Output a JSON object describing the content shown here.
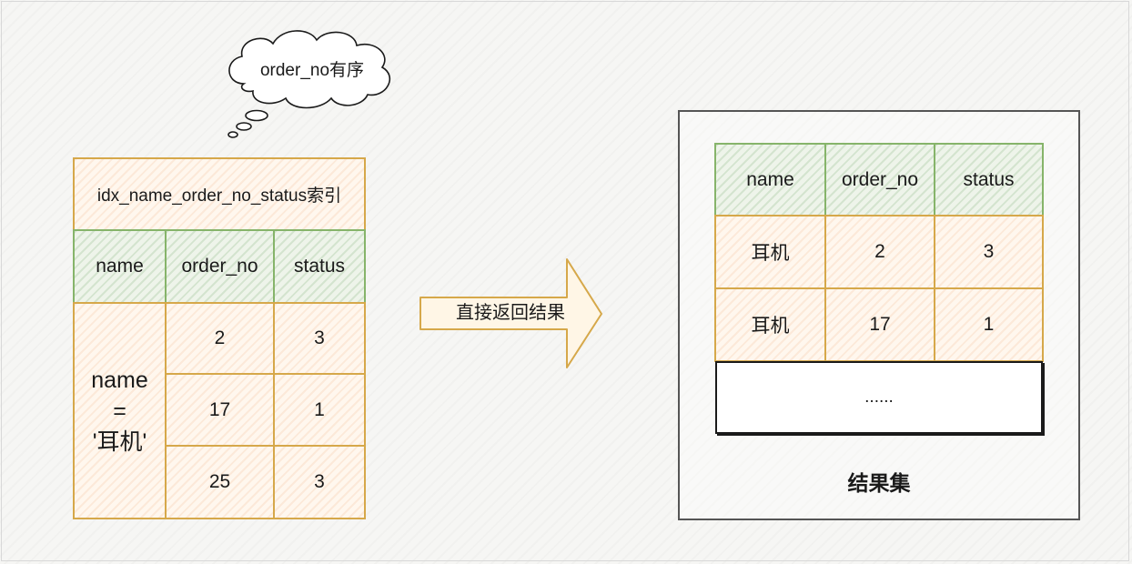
{
  "cloud": {
    "text": "order_no有序"
  },
  "index_table": {
    "title": "idx_name_order_no_status索引",
    "headers": [
      "name",
      "order_no",
      "status"
    ],
    "name_condition": {
      "line1": "name",
      "line2": "=",
      "line3": "'耳机'"
    },
    "rows": [
      {
        "order_no": "2",
        "status": "3"
      },
      {
        "order_no": "17",
        "status": "1"
      },
      {
        "order_no": "25",
        "status": "3"
      }
    ]
  },
  "arrow": {
    "label": "直接返回结果"
  },
  "result_table": {
    "headers": [
      "name",
      "order_no",
      "status"
    ],
    "rows": [
      {
        "name": "耳机",
        "order_no": "2",
        "status": "3"
      },
      {
        "name": "耳机",
        "order_no": "17",
        "status": "1"
      }
    ],
    "ellipsis": "......",
    "caption": "结果集"
  },
  "colors": {
    "gold_border": "#d6a84a",
    "green_border": "#86b46a",
    "gold_fill": "#fff7ee",
    "green_fill": "#eef4ea"
  }
}
